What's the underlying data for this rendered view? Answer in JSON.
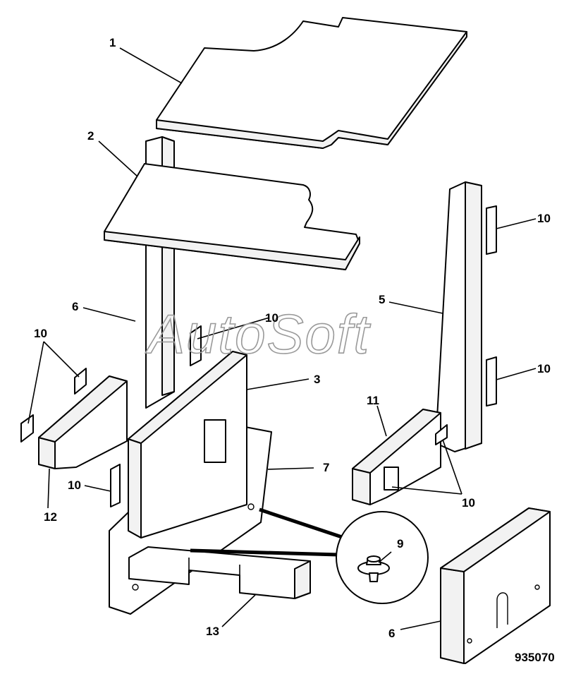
{
  "watermark": "AutoSoft",
  "figure_number": "935070",
  "callouts": {
    "c1": "1",
    "c2": "2",
    "c3": "3",
    "c5": "5",
    "c6a": "6",
    "c6b": "6",
    "c7": "7",
    "c9": "9",
    "c10a": "10",
    "c10b": "10",
    "c10c": "10",
    "c10d": "10",
    "c10e": "10",
    "c10f": "10",
    "c11": "11",
    "c12": "12",
    "c13": "13"
  }
}
